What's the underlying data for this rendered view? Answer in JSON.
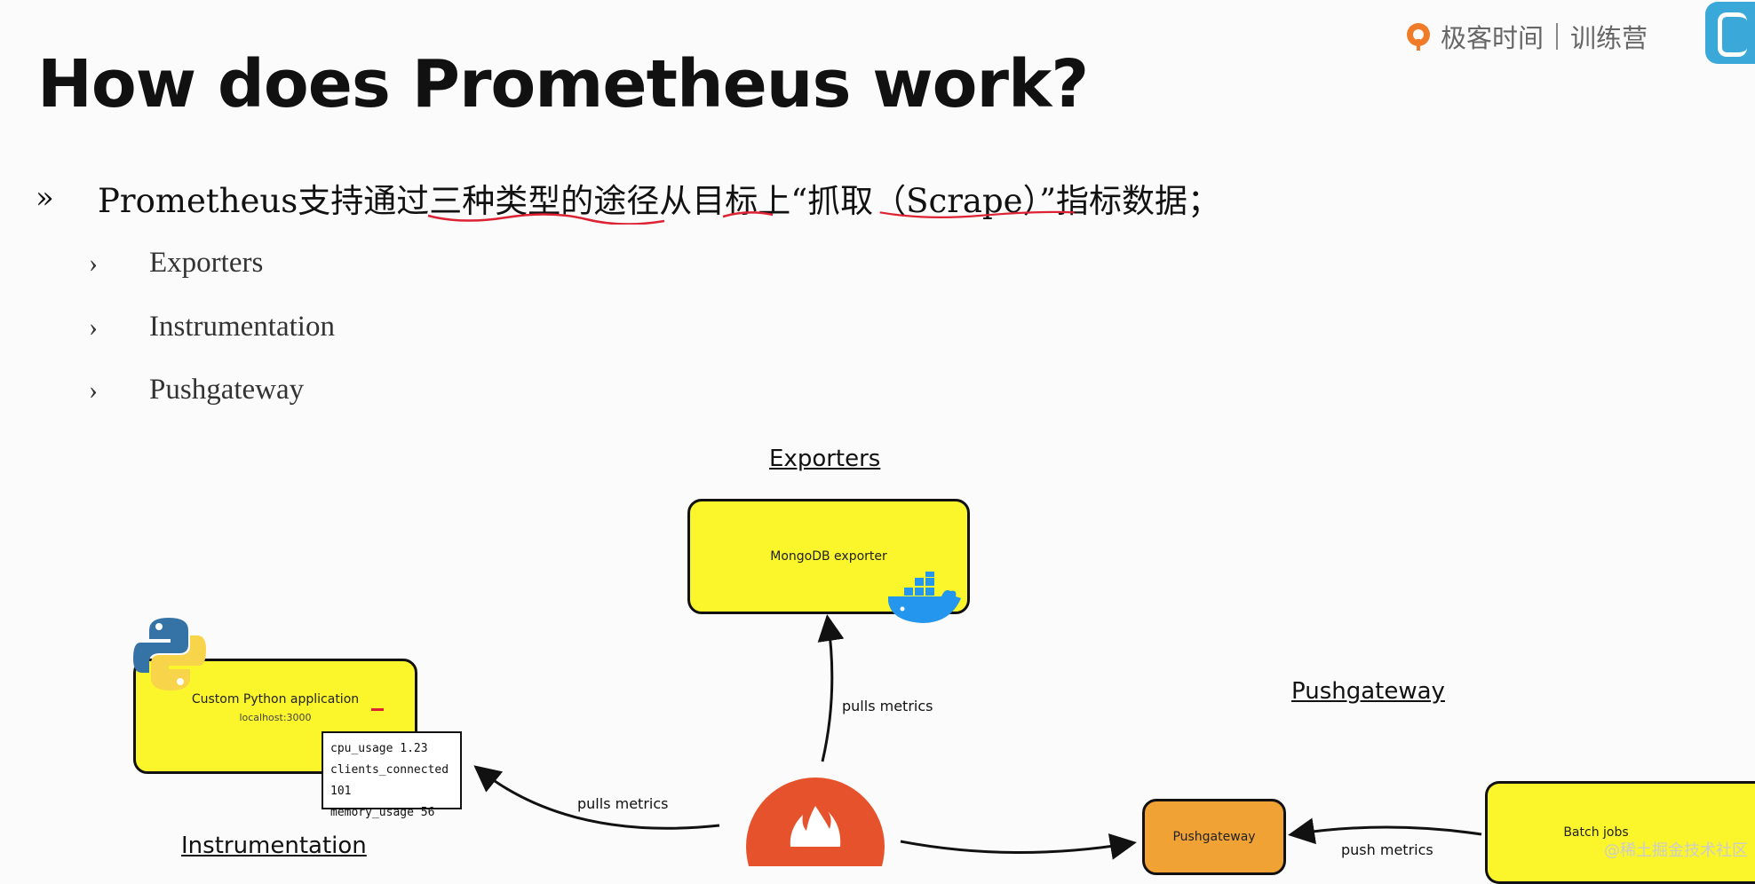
{
  "brand": {
    "name": "极客时间",
    "sub": "训练营"
  },
  "slide": {
    "title": "How does Prometheus work?",
    "bullet_marker": "»",
    "bullet_text": "Prometheus支持通过三种类型的途径从目标上“抓取（Scrape）”指标数据；",
    "sub_marker": "›",
    "sub_items": [
      "Exporters",
      "Instrumentation",
      "Pushgateway"
    ]
  },
  "diagram": {
    "exporters_label": "Exporters",
    "exporter_box": "MongoDB exporter",
    "pushgateway_label": "Pushgateway",
    "instrumentation_label": "Instrumentation",
    "python_app": {
      "name": "Custom Python application",
      "host": "localhost:3000"
    },
    "metrics": [
      "cpu_usage 1.23",
      "clients_connected 101",
      "memory_usage 56"
    ],
    "pushgateway_box": "Pushgateway",
    "batch_box": "Batch jobs",
    "edge_pulls_up": "pulls metrics",
    "edge_pulls_left": "pulls metrics",
    "edge_push": "push metrics"
  },
  "watermark": "@稀土掘金技术社区",
  "colors": {
    "box_yellow": "#fbf52b",
    "box_orange": "#f0a234",
    "prometheus_orange": "#e6522c",
    "brand_orange": "#f07c2a"
  }
}
